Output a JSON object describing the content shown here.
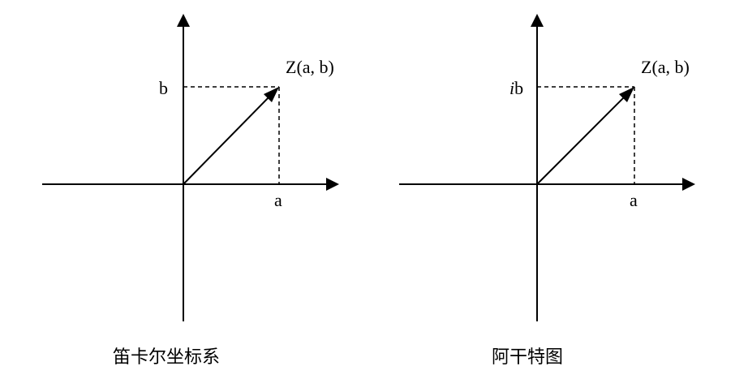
{
  "colors": {
    "ink": "#000000",
    "background": "#ffffff"
  },
  "left_diagram": {
    "caption": "笛卡尔坐标系",
    "point_label": "Z(a, b)",
    "x_label": "a",
    "y_label": "b"
  },
  "right_diagram": {
    "caption": "阿干特图",
    "point_label": "Z(a, b)",
    "x_label": "a",
    "y_label_italic": "i",
    "y_label_rest": "b"
  }
}
